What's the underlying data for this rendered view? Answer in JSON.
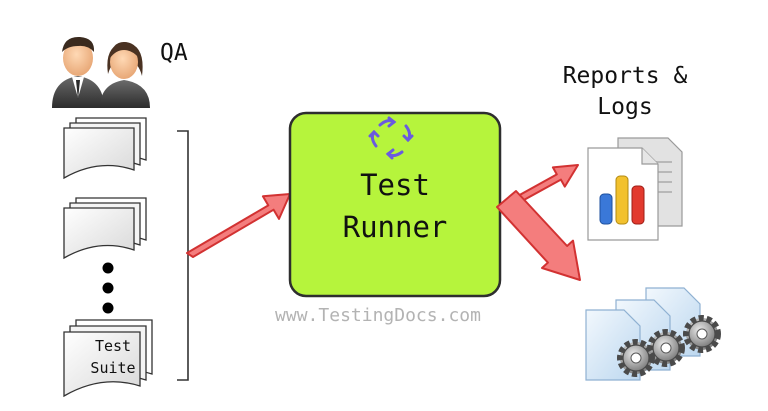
{
  "qa": {
    "label": "QA"
  },
  "runner": {
    "line1": "Test",
    "line2": "Runner"
  },
  "reports": {
    "line1": "Reports &",
    "line2": "Logs"
  },
  "suite": {
    "line1": "Test",
    "line2": "Suite"
  },
  "watermark": "www.TestingDocs.com",
  "colors": {
    "runner_fill": "#b6f43c",
    "runner_border": "#2e2e2e",
    "arrow_fill": "#f47d7d",
    "arrow_stroke": "#d23232",
    "spin_icon": "#6a5adf"
  }
}
